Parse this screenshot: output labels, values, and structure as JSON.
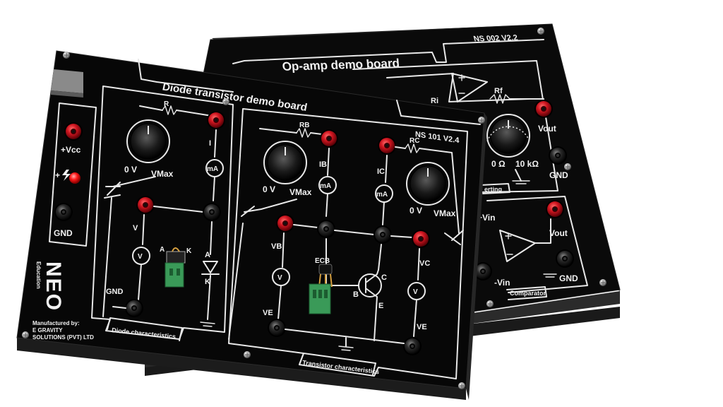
{
  "back_board": {
    "title": "Op-amp demo board",
    "version": "NS 002 V2.2",
    "labels": {
      "rf": "Rf",
      "ri": "Ri",
      "vout_top": "Vout",
      "gnd_top": "GND",
      "pot_min": "0 Ω",
      "pot_max": "10 kΩ",
      "inverting_tab": "erting",
      "vin_plus": "+Vin",
      "vin_minus": "-Vin",
      "vout_bottom": "Vout",
      "gnd_bottom": "GND",
      "comparator_tab": "Comparator"
    }
  },
  "front_board": {
    "title": "Diode transistor demo board",
    "version": "NS 101 V2.4",
    "brand": "NEO",
    "brand_tagline": "Education",
    "manufacturer": "Manufactured by:",
    "manufacturer_name": "E GRAVITY",
    "manufacturer_name2": "SOLUTIONS (PVT) LTD",
    "power": {
      "vcc": "+Vcc",
      "gnd": "GND",
      "plus": "+"
    },
    "diode": {
      "resistor": "R",
      "current": "I",
      "ammeter": "mA",
      "pot_min": "0 V",
      "pot_max": "VMax",
      "voltage": "V",
      "voltmeter": "V",
      "gnd": "GND",
      "anode": "A",
      "cathode": "K",
      "socket_a": "A",
      "socket_k": "K",
      "section": "Diode characteristics"
    },
    "transistor": {
      "rb": "RB",
      "rc": "RC",
      "ib": "IB",
      "ic": "IC",
      "ammeter_b": "mA",
      "ammeter_c": "mA",
      "pot1_min": "0 V",
      "pot1_max": "VMax",
      "pot2_min": "0 V",
      "pot2_max": "VMax",
      "vb": "VB",
      "vc": "VC",
      "ve_left": "VE",
      "ve_right": "VE",
      "voltmeter_left": "V",
      "voltmeter_right": "V",
      "b": "B",
      "c": "C",
      "e": "E",
      "ecb": "ECB",
      "section": "Transistor characteristics"
    }
  },
  "colors": {
    "board": "#0a0a0a",
    "silk": "#e8e8e8",
    "terminal_red": "#c4101c",
    "terminal_black": "#1c1c1c",
    "led": "#ff2020",
    "connector_green": "#3a9a58"
  }
}
